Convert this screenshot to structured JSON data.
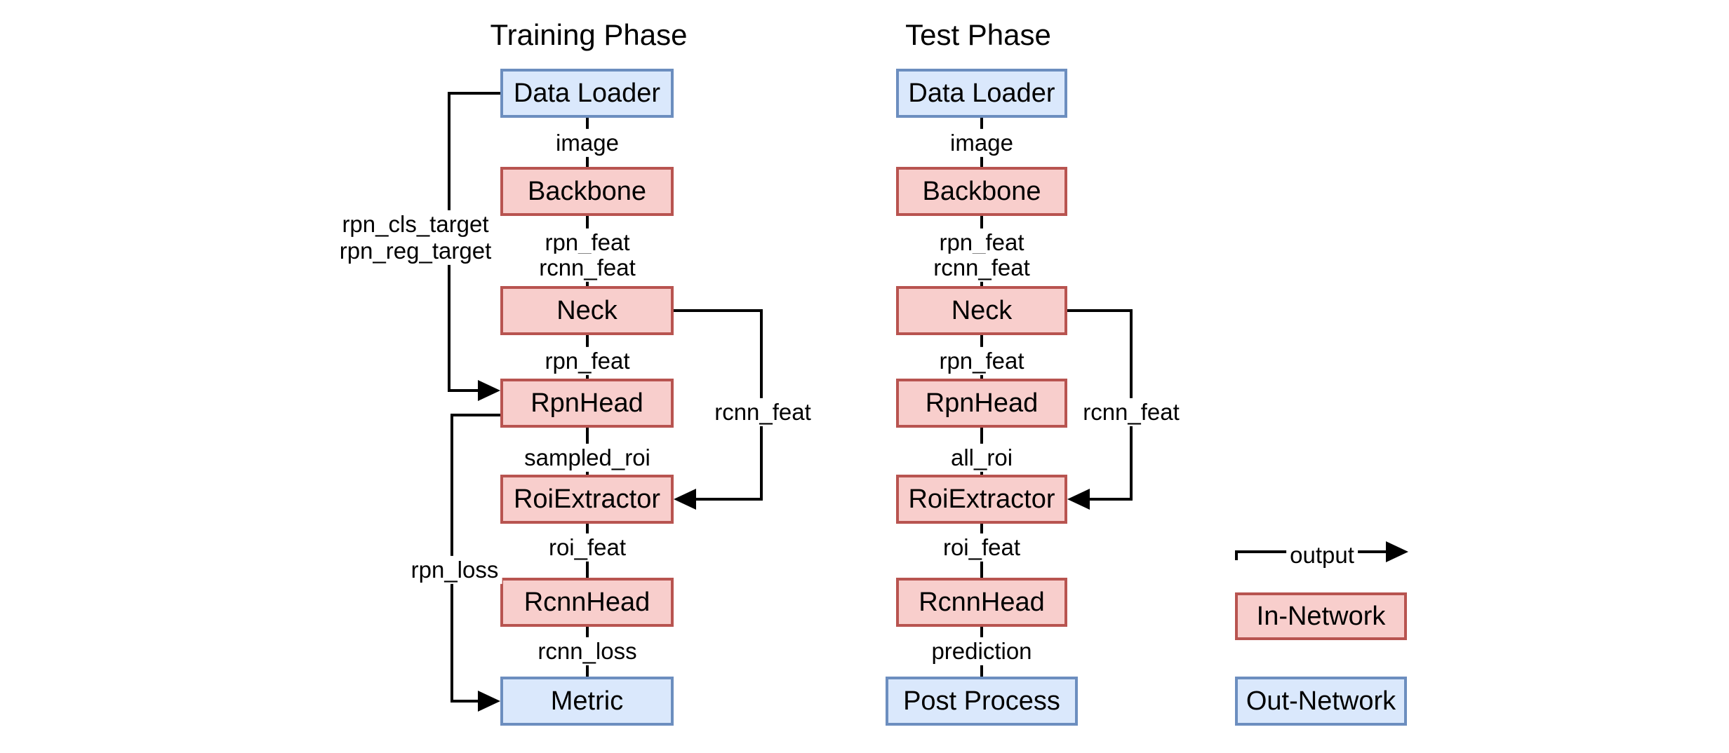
{
  "colors": {
    "in_network_fill": "#f8cecc",
    "in_network_stroke": "#b85450",
    "out_network_fill": "#dae8fc",
    "out_network_stroke": "#6c8ebf",
    "edge": "#000000",
    "background": "#ffffff"
  },
  "training": {
    "title": "Training Phase",
    "nodes": {
      "data_loader": "Data Loader",
      "backbone": "Backbone",
      "neck": "Neck",
      "rpn_head": "RpnHead",
      "roi_extractor": "RoiExtractor",
      "rcnn_head": "RcnnHead",
      "metric": "Metric"
    },
    "edge_labels": {
      "image": "image",
      "backbone_out_line1": "rpn_feat",
      "backbone_out_line2": "rcnn_feat",
      "neck_to_rpnhead": "rpn_feat",
      "rpnhead_to_roiextractor": "sampled_roi",
      "roiextractor_to_rcnnhead": "roi_feat",
      "rcnnhead_to_metric": "rcnn_loss",
      "targets_line1": "rpn_cls_target",
      "targets_line2": "rpn_reg_target",
      "rpn_loss": "rpn_loss",
      "neck_to_roiextractor": "rcnn_feat"
    }
  },
  "test": {
    "title": "Test Phase",
    "nodes": {
      "data_loader": "Data Loader",
      "backbone": "Backbone",
      "neck": "Neck",
      "rpn_head": "RpnHead",
      "roi_extractor": "RoiExtractor",
      "rcnn_head": "RcnnHead",
      "post_process": "Post Process"
    },
    "edge_labels": {
      "image": "image",
      "backbone_out_line1": "rpn_feat",
      "backbone_out_line2": "rcnn_feat",
      "neck_to_rpnhead": "rpn_feat",
      "rpnhead_to_roiextractor": "all_roi",
      "roiextractor_to_rcnnhead": "roi_feat",
      "rcnnhead_to_postprocess": "prediction",
      "neck_to_roiextractor": "rcnn_feat"
    }
  },
  "legend": {
    "arrow_label": "output",
    "in_network_label": "In-Network",
    "out_network_label": "Out-Network"
  }
}
